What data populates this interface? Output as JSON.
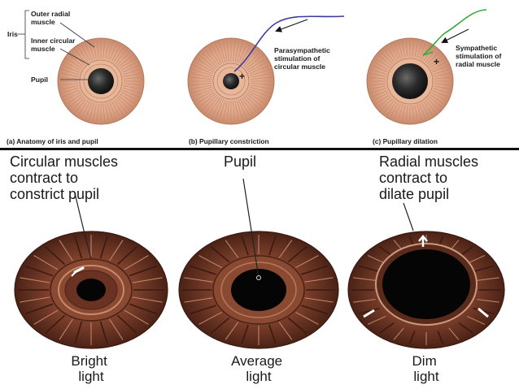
{
  "top": {
    "iris_label": "Iris",
    "outer_radial_label": [
      "Outer radial",
      "muscle"
    ],
    "inner_circular_label": [
      "Inner circular",
      "muscle"
    ],
    "pupil_label": "Pupil",
    "parasympathetic_label": [
      "Parasympathetic",
      "stimulation of",
      "circular muscle"
    ],
    "sympathetic_label": [
      "Sympathetic",
      "stimulation of",
      "radial muscle"
    ],
    "plus_sign": "+",
    "caption_a": "(a) Anatomy of iris and pupil",
    "caption_b": "(b) Pupillary constriction",
    "caption_c": "(c) Pupillary dilation"
  },
  "bottom": {
    "circular_label": [
      "Circular muscles",
      "contract to",
      "constrict pupil"
    ],
    "pupil_label": "Pupil",
    "radial_label": [
      "Radial muscles",
      "contract to",
      "dilate pupil"
    ],
    "bright_label": [
      "Bright",
      "light"
    ],
    "average_label": [
      "Average",
      "light"
    ],
    "dim_label": [
      "Dim",
      "light"
    ]
  },
  "colors": {
    "iris_peach": "#e2a98c",
    "iris_stroke": "#b27a60",
    "pupil_dark": "#2b2b2b",
    "nerve_para": "#3b3b9a",
    "nerve_symp": "#3aa83a",
    "eye_brown": "#7a3e2a",
    "eye_brown_dark": "#4a2216",
    "divider": "#111111"
  }
}
